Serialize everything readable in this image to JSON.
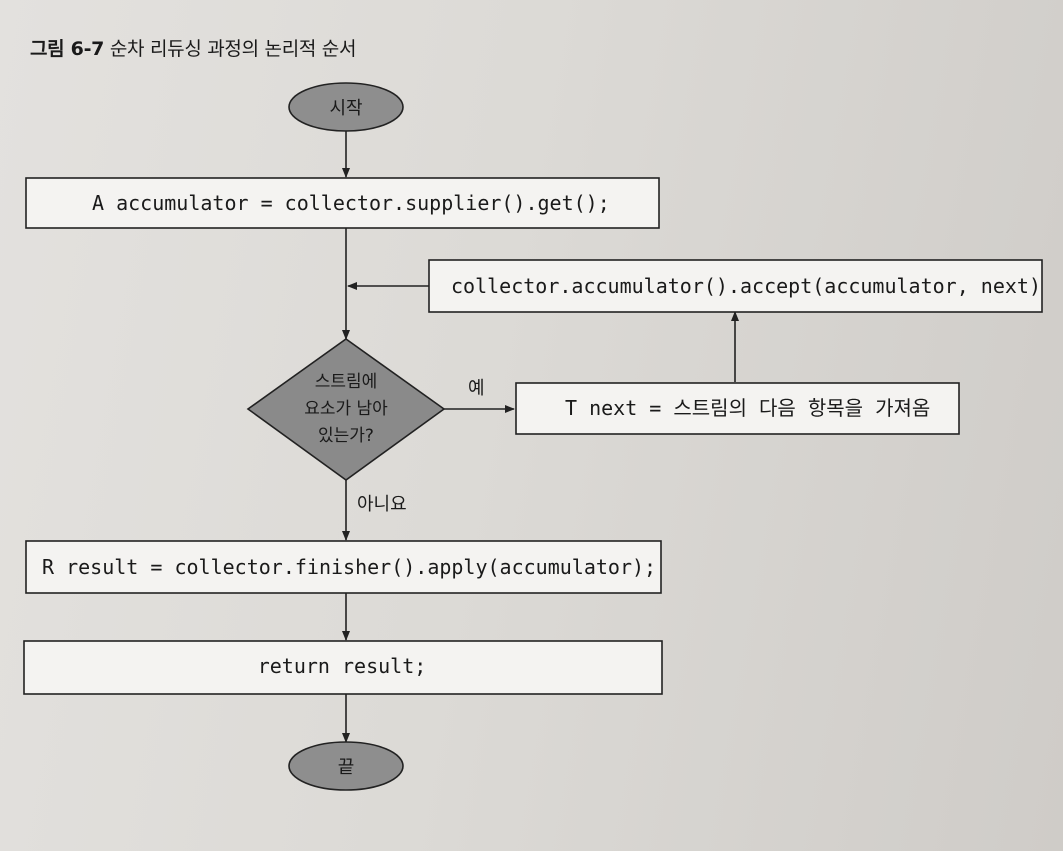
{
  "caption": {
    "number": "그림 6-7",
    "title": "순차 리듀싱 과정의 논리적 순서"
  },
  "flow": {
    "start": "시작",
    "supplier": "A accumulator = collector.supplier().get();",
    "accumulate": "collector.accumulator().accept(accumulator, next)",
    "decision_line1": "스트림에",
    "decision_line2": "요소가 남아",
    "decision_line3": "있는가?",
    "yes_label": "예",
    "no_label": "아니요",
    "next_item": "T next = 스트림의 다음 항목을 가져옴",
    "finisher": "R result = collector.finisher().apply(accumulator);",
    "return": "return result;",
    "end": "끝"
  },
  "colors": {
    "terminal_fill": "#8e8e8e",
    "decision_fill": "#8a8a8a",
    "box_fill": "#f4f3f1",
    "stroke": "#222222"
  }
}
